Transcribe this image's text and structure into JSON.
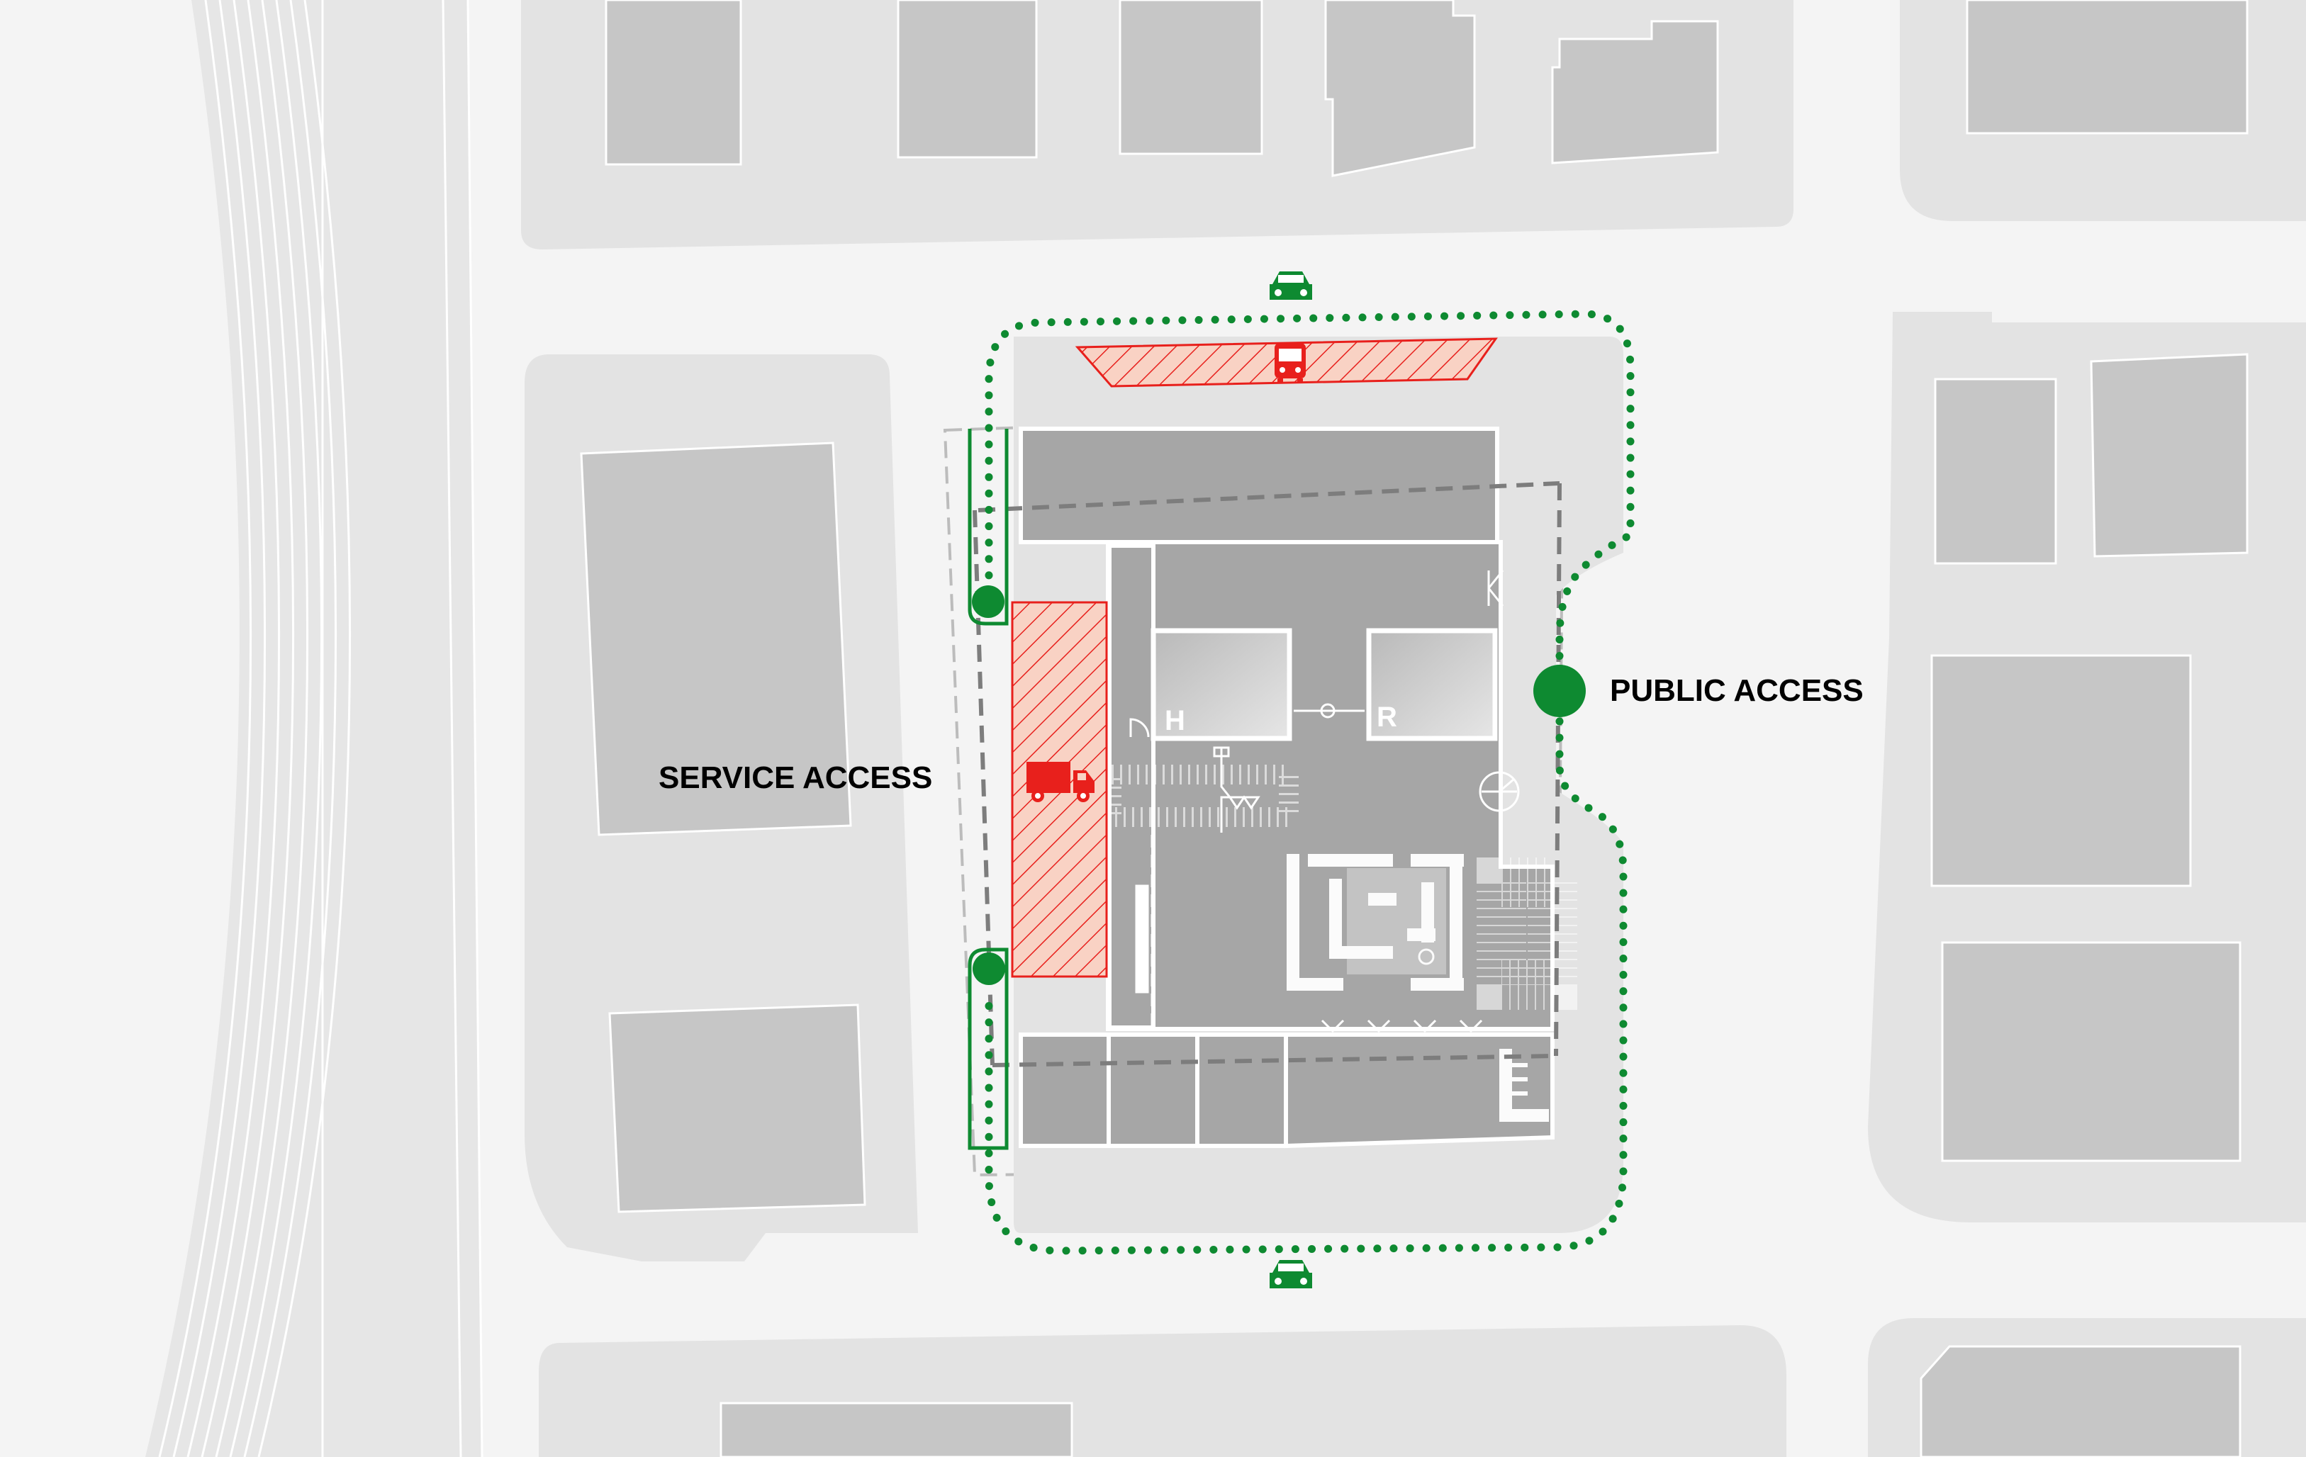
{
  "labels": {
    "service_access": "SERVICE ACCESS",
    "public_access": "PUBLIC ACCESS",
    "room_h": "H",
    "room_r": "R"
  },
  "colors": {
    "background": "#f4f4f4",
    "block": "#e3e3e3",
    "building": "#c6c6c6",
    "site_building": "#a6a6a6",
    "route_green": "#0e8a31",
    "service_red": "#e8201c",
    "service_fill": "#f9d2c4"
  },
  "icons": [
    "car-icon",
    "bus-icon",
    "truck-icon",
    "access-point-icon"
  ]
}
